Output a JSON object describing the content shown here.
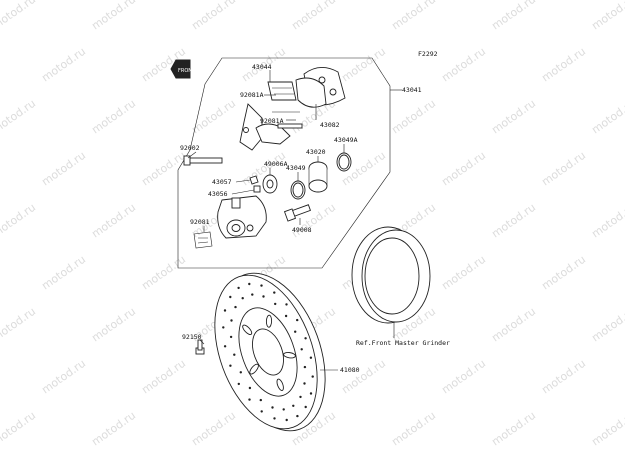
{
  "watermark": "motod.ru",
  "code": "F2292",
  "front_badge": "FRONT",
  "colors": {
    "ink": "#222222",
    "watermark": "#dcdcdc"
  },
  "labels": {
    "p43041": "43041",
    "p43044": "43044",
    "p92081A_top": "92081A",
    "p92081A_mid": "92081A",
    "p43082": "43082",
    "p92002": "92002",
    "p49006A": "49006A",
    "p43020": "43020",
    "p43049A": "43049A",
    "p43049": "43049",
    "p43057": "43057",
    "p43056": "43056",
    "p92081": "92081",
    "p49008": "49008",
    "p92150": "92150",
    "p41080": "41080",
    "ref_master_cylinder": "Ref.Front Master Grinder"
  }
}
